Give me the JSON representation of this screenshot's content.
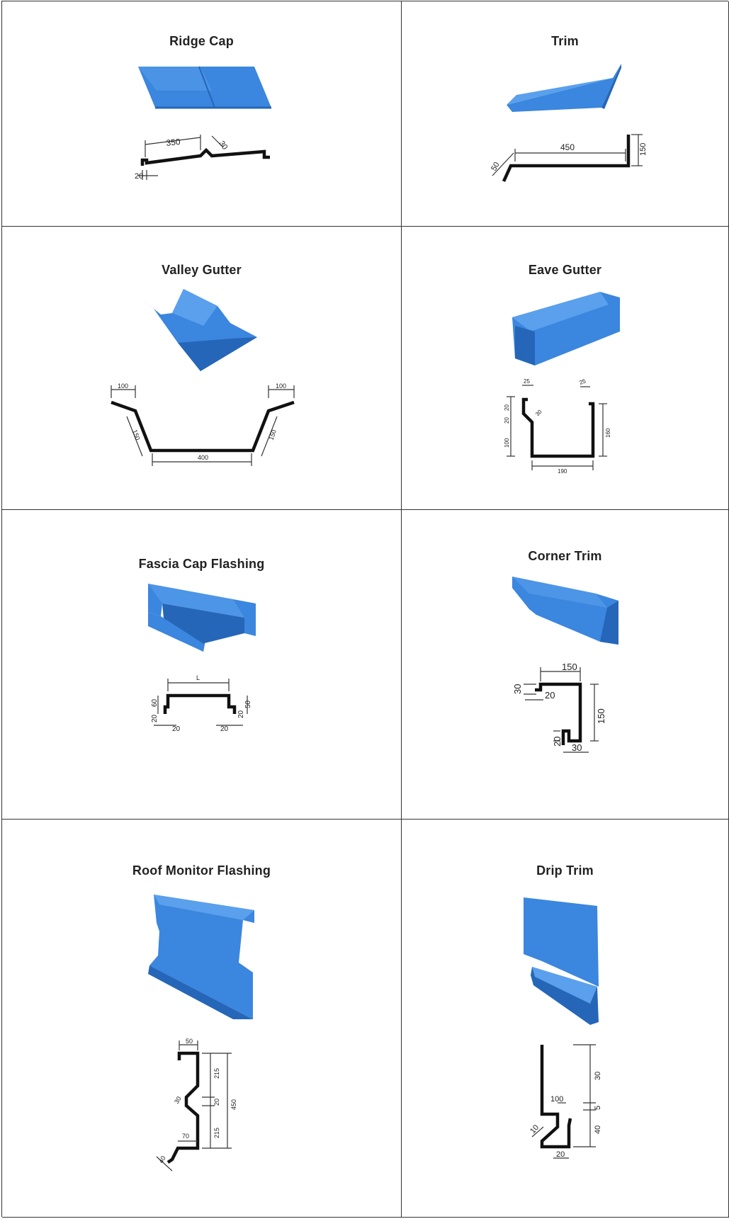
{
  "colors": {
    "panel": "#3b86de",
    "panel_light": "#5aa0ec",
    "panel_dark": "#2566b8",
    "border": "#333333"
  },
  "cells": [
    {
      "title": "Ridge Cap",
      "dims": [
        "350",
        "30",
        "20"
      ]
    },
    {
      "title": "Trim",
      "dims": [
        "450",
        "150",
        "50"
      ]
    },
    {
      "title": "Valley Gutter",
      "dims": [
        "100",
        "100",
        "150",
        "150",
        "400"
      ]
    },
    {
      "title": "Eave Gutter",
      "dims": [
        "25",
        "25",
        "20",
        "30",
        "20",
        "100",
        "160",
        "190"
      ]
    },
    {
      "title": "Fascia Cap Flashing",
      "dims": [
        "L",
        "60",
        "20",
        "50",
        "20",
        "20",
        "20"
      ]
    },
    {
      "title": "Corner Trim",
      "dims": [
        "150",
        "30",
        "20",
        "150",
        "20",
        "30"
      ]
    },
    {
      "title": "Roof Monitor Flashing",
      "dims": [
        "50",
        "215",
        "30",
        "20",
        "450",
        "215",
        "70",
        "40"
      ]
    },
    {
      "title": "Drip Trim",
      "dims": [
        "100",
        "30",
        "5",
        "40",
        "10",
        "20"
      ]
    }
  ]
}
